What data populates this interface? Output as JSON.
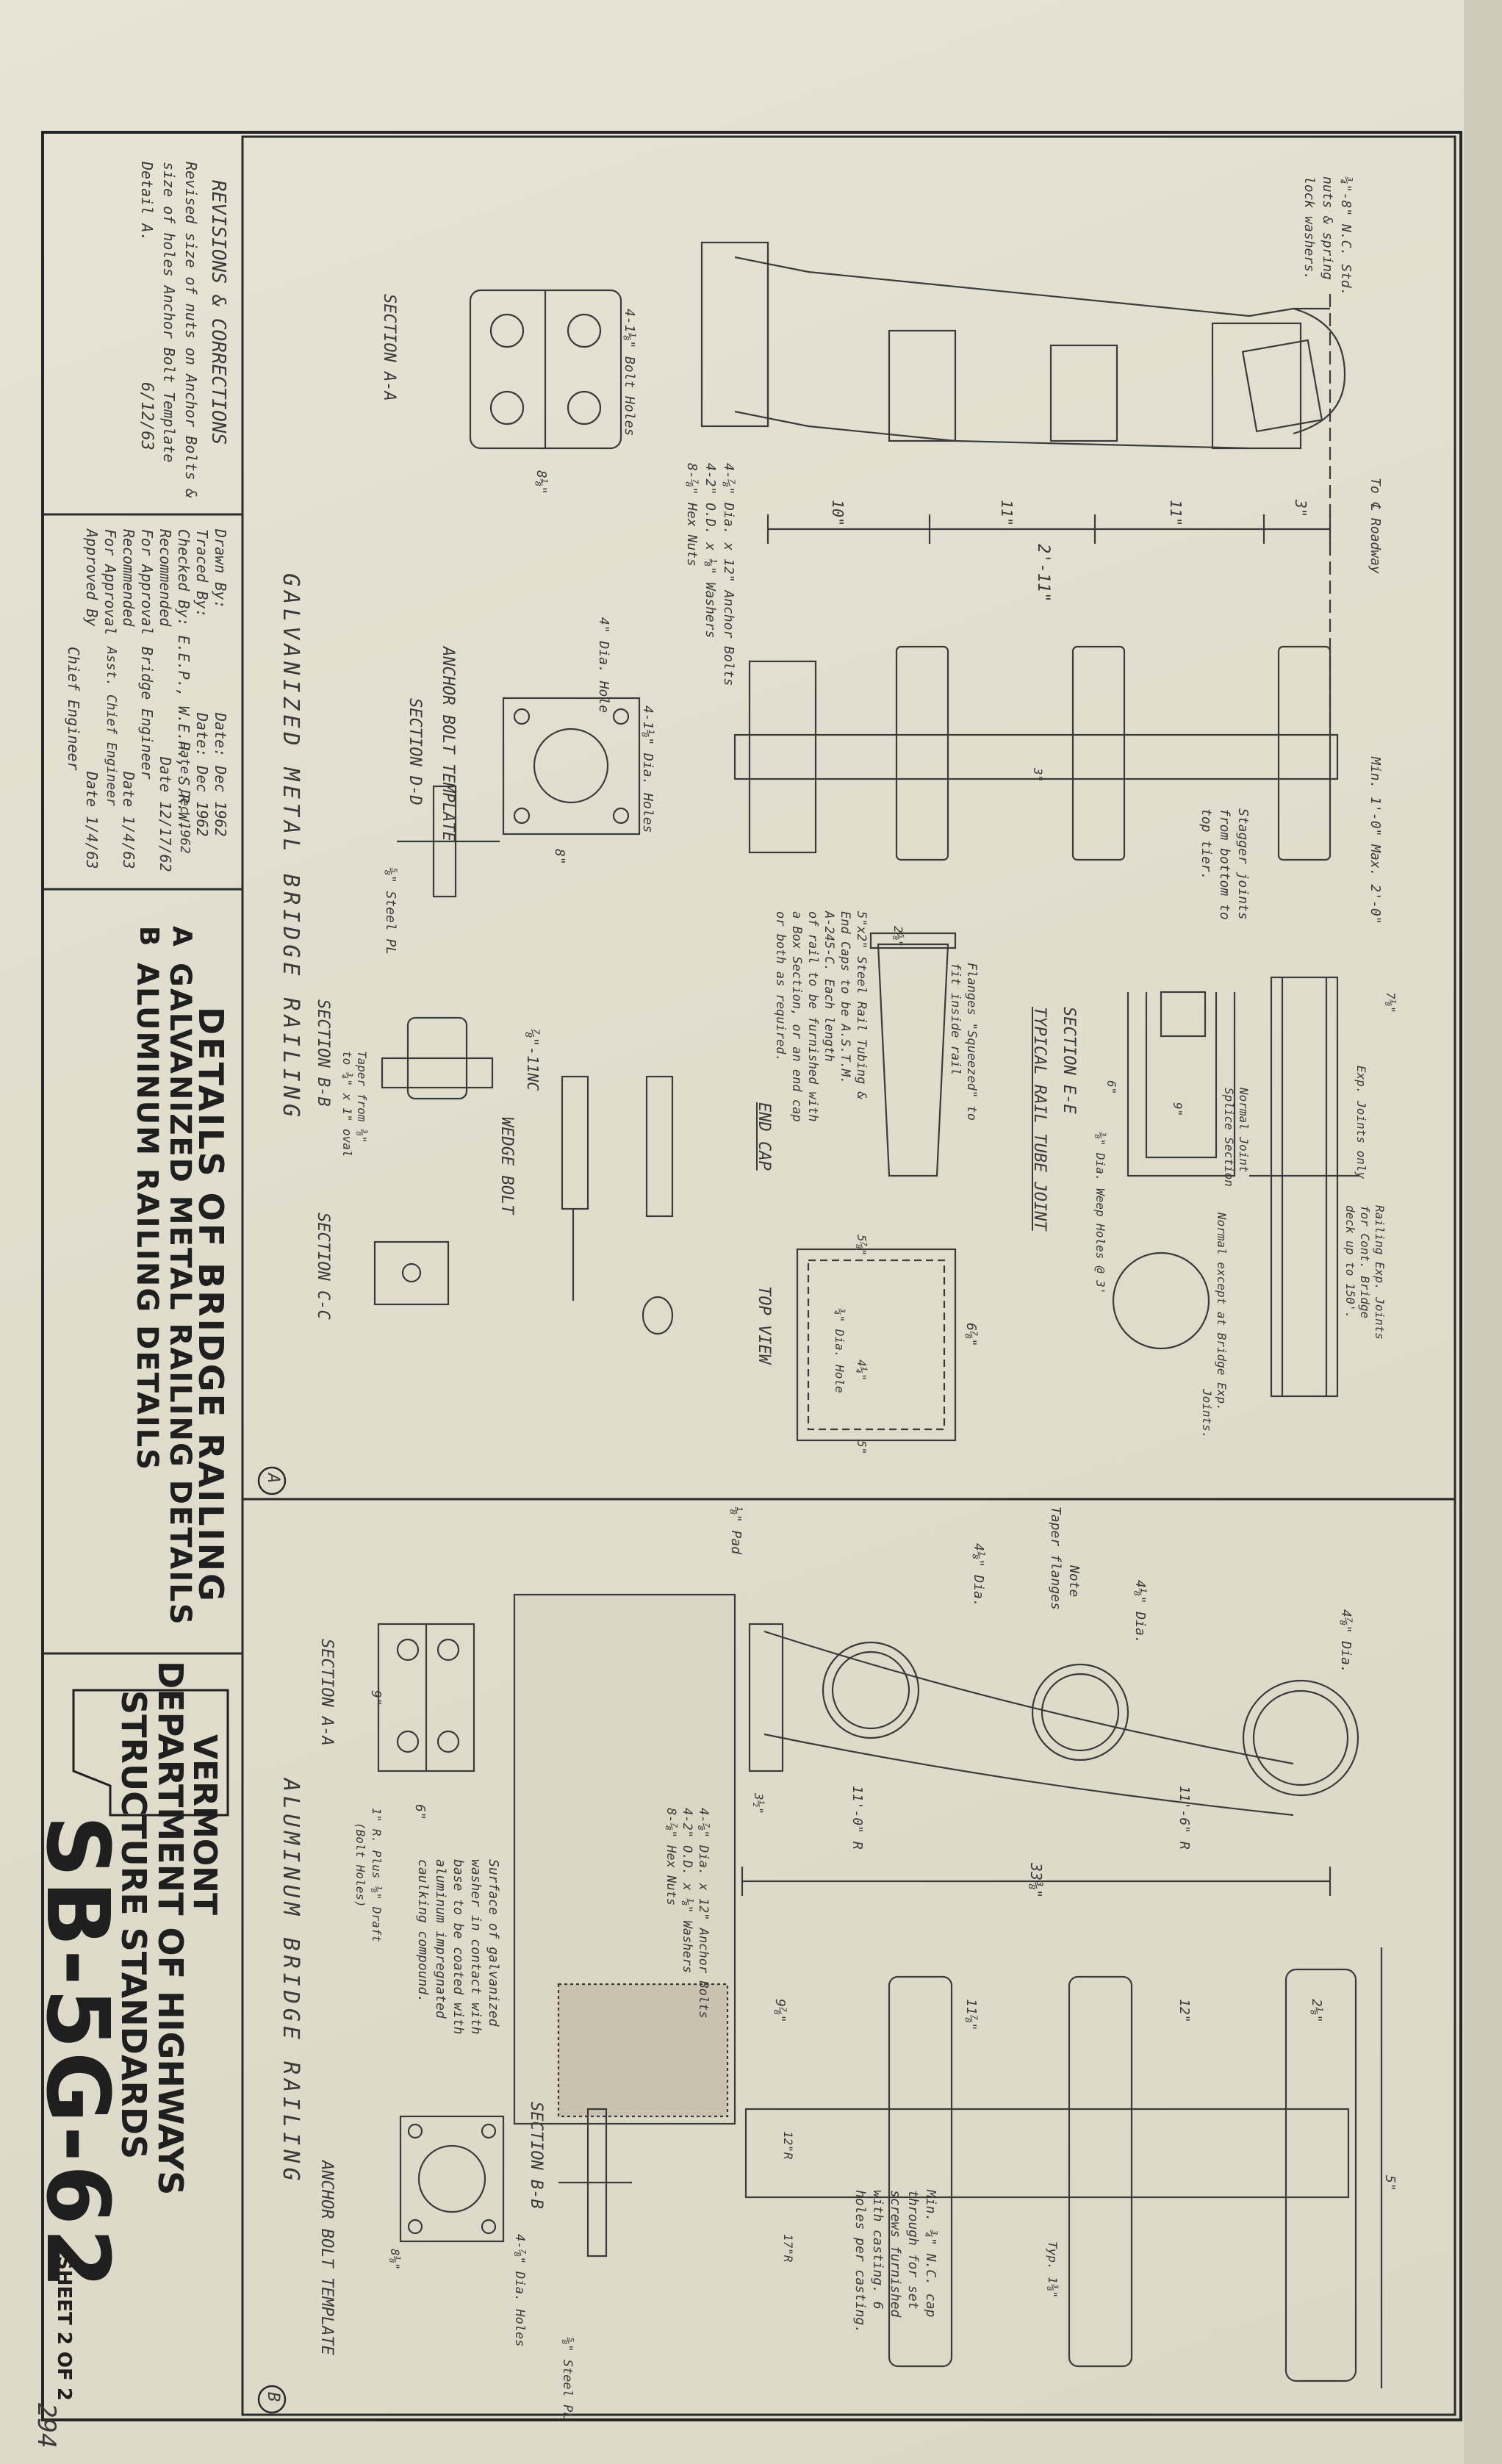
{
  "sheet": {
    "title_block": {
      "state": "VERMONT",
      "department": "DEPARTMENT OF HIGHWAYS",
      "group": "STRUCTURE STANDARDS",
      "drawing_number": "SB-5G-62",
      "sheet": "SHEET 2 OF 2",
      "page_mark": "294"
    },
    "main_title": {
      "line1": "DETAILS OF BRIDGE RAILING",
      "line2": "GALVANIZED METAL RAILING DETAILS",
      "line3": "ALUMINUM RAILING DETAILS",
      "marker_a": "A",
      "marker_b": "B"
    },
    "revisions": {
      "title": "REVISIONS & CORRECTIONS",
      "line1": "Revised size of nuts on Anchor Bolts &",
      "line2": "size of holes Anchor Bolt Template",
      "line3": "Detail A.",
      "date": "6/12/63"
    },
    "approvals": {
      "drawn": "Drawn By:",
      "drawn_date": "Date: Dec 1962",
      "traced": "Traced By:",
      "traced_date": "Date: Dec 1962",
      "checked": "Checked By: E.E.P., W.E.H., S.R.W.",
      "checked_date": "Date: Dec 1962",
      "recommended": "Recommended",
      "for_approval": "For Approval",
      "bridge_engineer": "Bridge Engineer",
      "date1": "Date 12/17/62",
      "recommended2": "Recommended",
      "for_approval2": "For Approval",
      "asst_chief": "Asst. Chief Engineer",
      "date2": "Date 1/4/63",
      "approved": "Approved By",
      "chief": "Chief Engineer",
      "date3": "Date 1/4/63"
    },
    "panel_a": {
      "caption": "GALVANIZED METAL BRIDGE RAILING",
      "section_aa": "SECTION A-A",
      "anchor_template": "ANCHOR BOLT TEMPLATE",
      "section_dd": "SECTION D-D",
      "section_bb": "SECTION B-B",
      "section_cc": "SECTION C-C",
      "section_ee": "SECTION E-E",
      "rail_tube_joint": "TYPICAL RAIL TUBE JOINT",
      "end_cap": "END CAP",
      "top_view": "TOP VIEW",
      "wedge_bolt": "WEDGE BOLT",
      "bolt_holes": "4-1⅛\" Bolt Holes",
      "anchor_bolts": "4-⅞\" Dia. x 12\" Anchor Bolts",
      "washers": "4-2\" O.D. x ⅛\" Washers",
      "hex_nuts": "8-⅞\" Hex Nuts",
      "dia_hole": "4\" Dia. Hole",
      "dia_holes": "4-1⅛\" Dia. Holes",
      "steel_pl": "⅝\" Steel PL",
      "nut_note1": "¾\"-8\" N.C. Std.",
      "nut_note2": "nuts & spring",
      "nut_note3": "lock washers.",
      "roadway": "To ℄ Roadway",
      "min_max": "Min. 1'-0\" Max. 2'-0\"",
      "stagger1": "Stagger joints",
      "stagger2": "from bottom to",
      "stagger3": "top tier.",
      "exp_only": "Exp. Joints only",
      "rail_exp1": "Railing Exp. Joints",
      "rail_exp2": "for Cont. Bridge",
      "rail_exp3": "deck up to 150'.",
      "normal_joint": "Normal Joint",
      "splice": "Splice Section",
      "normal_except1": "Normal except at Bridge Exp.",
      "normal_except2": "Joints.",
      "weep": "⅜\" Dia. Weep Holes @ 3'",
      "tubing1": "5\"x2\" Steel Rail Tubing &",
      "tubing2": "End Caps to be A.S.T.M.",
      "tubing3": "A-245-C. Each length",
      "tubing4": "of rail to be furnished with",
      "tubing5": "a Box Section, or an end cap",
      "tubing6": "or both as required.",
      "flanges1": "Flanges \"Squeezed\" to",
      "flanges2": "fit inside rail",
      "dia_hole2": "¾\" Dia. Hole",
      "unc": "⅞\"-11NC",
      "taper1": "Taper from ⅜\"",
      "taper2": "to ¾\" x 1\" oval",
      "dims": [
        "2'-11\"",
        "10\"",
        "11\"",
        "11\"",
        "3\"",
        "8⅛\"",
        "8\"",
        "2⅝\"",
        "6⅞\"",
        "5⅞\"",
        "4¼\"",
        "5\"",
        "3\"",
        "9\"",
        "6\"",
        "7⅛\""
      ]
    },
    "panel_b": {
      "caption": "ALUMINUM BRIDGE RAILING",
      "section_aa": "SECTION A-A",
      "section_bb": "SECTION B-B",
      "anchor_template": "ANCHOR BOLT TEMPLATE",
      "note1": "Note",
      "note2": "Taper flanges",
      "pad": "⅛\" Pad",
      "dia1": "4⅛\" Dia.",
      "dia2": "4⅛\" Dia.",
      "dia3": "4⅞\" Dia.",
      "r1": "11'-0\" R",
      "r2": "11'-6\" R",
      "width": "33⅜\"",
      "anchor1": "4-⅞\" Dia. x 12\" Anchor Bolts",
      "anchor2": "4-2\" O.D. x ⅛\" Washers",
      "anchor3": "8-⅞\" Hex Nuts",
      "surface1": "Surface of galvanized",
      "surface2": "washer in contact with",
      "surface3": "base to be coated with",
      "surface4": "aluminum impregnated",
      "surface5": "caulking compound.",
      "slot1": "1\" R. Plus ⅛\" Draft",
      "slot2": "(Bolt Holes)",
      "screw1": "Min. ¾\" N.C. cap",
      "screw2": "through for set",
      "screw3": "screws furnished",
      "screw4": "with casting. 6",
      "screw5": "holes per casting.",
      "dia_holes": "4-⅞\" Dia. Holes",
      "steel_pl": "⅝\" Steel PL",
      "dims": [
        "9⅞\"",
        "11⅞\"",
        "12\"",
        "2⅛\"",
        "5\"",
        "6\"",
        "9\"",
        "8⅛\"",
        "3½\"",
        "12\"R",
        "17\"R",
        "Typ. 1⅜\""
      ]
    }
  }
}
